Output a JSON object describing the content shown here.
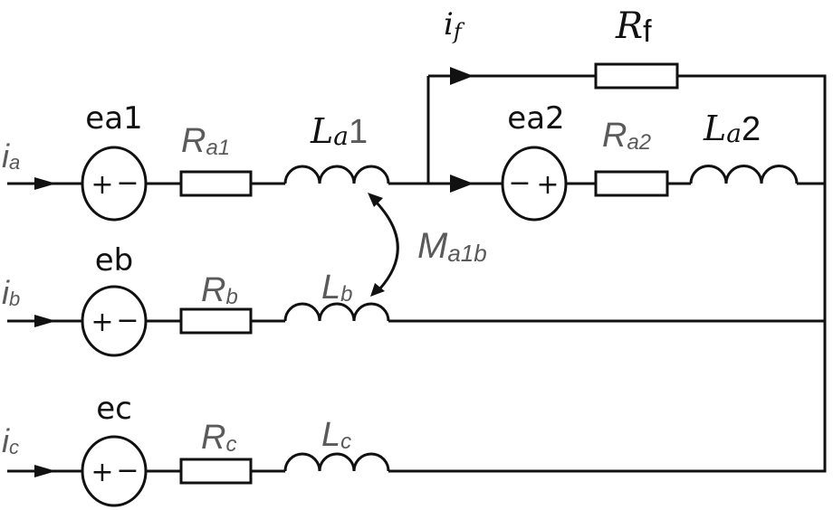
{
  "diagram": {
    "type": "circuit-schematic",
    "branches": [
      {
        "id": "a",
        "current_label": {
          "main": "i",
          "sub": "a"
        },
        "source": {
          "label": "ea1",
          "polarity": "+ -"
        },
        "resistor": {
          "main": "R",
          "sub": "a1"
        },
        "inductor": {
          "main": "L",
          "sub": "a",
          "suffix": "1"
        }
      },
      {
        "id": "b",
        "current_label": {
          "main": "i",
          "sub": "b"
        },
        "source": {
          "label": "eb",
          "polarity": "+ -"
        },
        "resistor": {
          "main": "R",
          "sub": "b"
        },
        "inductor": {
          "main": "L",
          "sub": "b"
        }
      },
      {
        "id": "c",
        "current_label": {
          "main": "i",
          "sub": "c"
        },
        "source": {
          "label": "ec",
          "polarity": "+ -"
        },
        "resistor": {
          "main": "R",
          "sub": "c"
        },
        "inductor": {
          "main": "L",
          "sub": "c"
        }
      }
    ],
    "parallel_section": {
      "feedback_current": {
        "main": "i",
        "sub": "f"
      },
      "feedback_resistor": {
        "main": "R",
        "sub": "f"
      },
      "source": {
        "label": "ea2",
        "polarity": "- +"
      },
      "resistor": {
        "main": "R",
        "sub": "a2"
      },
      "inductor": {
        "main": "L",
        "sub": "a",
        "suffix": "2"
      }
    },
    "mutual_inductance": {
      "main": "M",
      "sub": "a1b",
      "between": [
        "La1",
        "Lb"
      ]
    }
  }
}
